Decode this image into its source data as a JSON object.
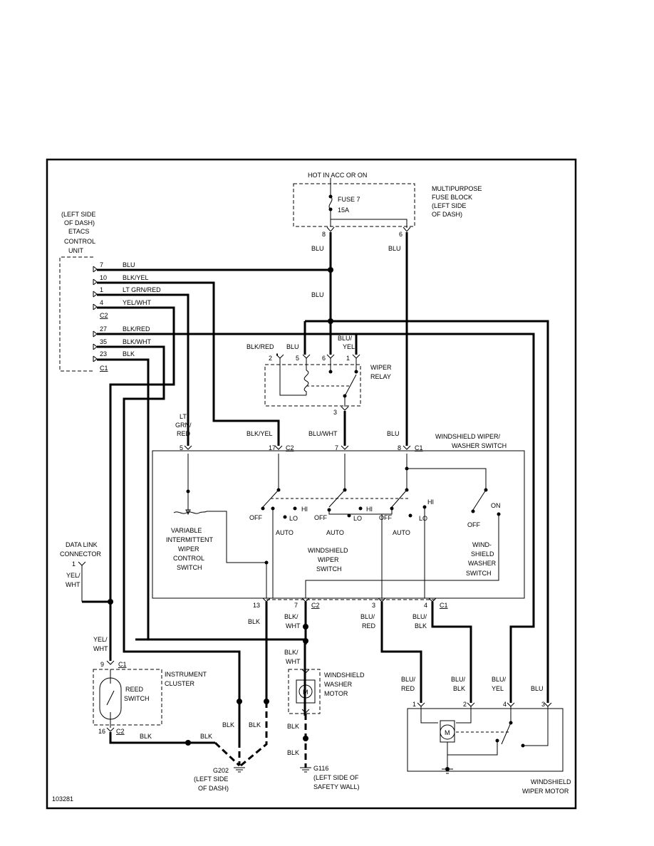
{
  "hot_label": "HOT IN ACC OR ON",
  "fuse_block": {
    "lines": [
      "MULTIPURPOSE",
      "FUSE BLOCK",
      "(LEFT SIDE",
      "OF DASH)"
    ],
    "fuse": "FUSE 7",
    "rating": "15A",
    "pin_left": "8",
    "pin_right": "6"
  },
  "etacs": {
    "lines": [
      "(LEFT SIDE",
      "OF DASH)",
      "ETACS",
      "CONTROL",
      "UNIT"
    ],
    "pins": [
      {
        "pin": "7",
        "wire": "BLU"
      },
      {
        "pin": "10",
        "wire": "BLK/YEL"
      },
      {
        "pin": "1",
        "wire": "LT GRN/RED"
      },
      {
        "pin": "4",
        "wire": "YEL/WHT"
      },
      {
        "pin": "27",
        "wire": "BLK/RED"
      },
      {
        "pin": "35",
        "wire": "BLK/WHT"
      },
      {
        "pin": "23",
        "wire": "BLK"
      }
    ],
    "c2": "C2",
    "c1": "C1"
  },
  "wires": {
    "blu_a": "BLU",
    "blu_b": "BLU",
    "blu_c": "BLU",
    "blu_relay": "BLU",
    "blk_red_relay": "BLK/RED",
    "blu_yel_relay_1": "BLU/",
    "blu_yel_relay_2": "YEL",
    "blu_wht": "BLU/WHT",
    "blk_yel_sw": "BLK/YEL",
    "lt_grn_red_1": "LT",
    "lt_grn_red_2": "GRN/",
    "lt_grn_red_3": "RED",
    "blu_sw": "BLU"
  },
  "relay": {
    "lines": [
      "WIPER",
      "RELAY"
    ],
    "pins": [
      "2",
      "5",
      "6",
      "1",
      "3"
    ]
  },
  "switch": {
    "title": [
      "WINDSHIELD WIPER/",
      "WASHER SWITCH"
    ],
    "top_pins": [
      "5",
      "17",
      "7",
      "8"
    ],
    "top_c2": "C2",
    "top_c1": "C1",
    "variable": [
      "VARIABLE",
      "INTERMITTENT",
      "WIPER",
      "CONTROL",
      "SWITCH"
    ],
    "wiper": [
      "WINDSHIELD",
      "WIPER",
      "SWITCH"
    ],
    "washer": [
      "WIND-",
      "SHIELD",
      "WASHER",
      "SWITCH"
    ],
    "positions": {
      "off": "OFF",
      "lo": "LO",
      "hi": "HI",
      "auto": "AUTO",
      "on": "ON"
    },
    "bottom_pins": [
      "13",
      "7",
      "3",
      "4"
    ],
    "bottom_c2": "C2",
    "bottom_c1": "C1"
  },
  "bottom_wires": {
    "blk": "BLK",
    "blk_wht_1": "BLK/",
    "blk_wht_2": "WHT",
    "blu_red_1": "BLU/",
    "blu_red_2": "RED",
    "blk_blk_1": "BLU/",
    "blk_blk_2": "BLK"
  },
  "dlc": {
    "lines": [
      "DATA LINK",
      "CONNECTOR"
    ],
    "pin": "1",
    "wire_1": "YEL/",
    "wire_2": "WHT"
  },
  "cluster": {
    "lines": [
      "INSTRUMENT",
      "CLUSTER"
    ],
    "reed": [
      "REED",
      "SWITCH"
    ],
    "pin_top": "9",
    "c1": "C1",
    "pin_bottom": "16",
    "c2": "C2",
    "wire_1": "YEL/",
    "wire_2": "WHT",
    "blk_a": "BLK",
    "blk_b": "BLK"
  },
  "ground_left": {
    "name": "G202",
    "lines": [
      "(LEFT SIDE",
      "OF DASH)"
    ],
    "blk_1": "BLK",
    "blk_2": "BLK"
  },
  "washer_motor": {
    "lines": [
      "WINDSHIELD",
      "WASHER",
      "MOTOR"
    ],
    "wire_1": "BLK/",
    "wire_2": "WHT",
    "blk_1": "BLK",
    "blk_2": "BLK",
    "m": "M"
  },
  "ground_right": {
    "name": "G116",
    "lines": [
      "(LEFT SIDE OF",
      "SAFETY WALL)"
    ]
  },
  "wiper_motor": {
    "lines": [
      "WINDSHIELD",
      "WIPER MOTOR"
    ],
    "pins": [
      "1",
      "2",
      "4",
      "3"
    ],
    "wires": [
      [
        "BLU/",
        "RED"
      ],
      [
        "BLU/",
        "BLK"
      ],
      [
        "BLU/",
        "YEL"
      ],
      [
        "",
        "BLU"
      ]
    ],
    "m": "M"
  },
  "doc_number": "103281"
}
